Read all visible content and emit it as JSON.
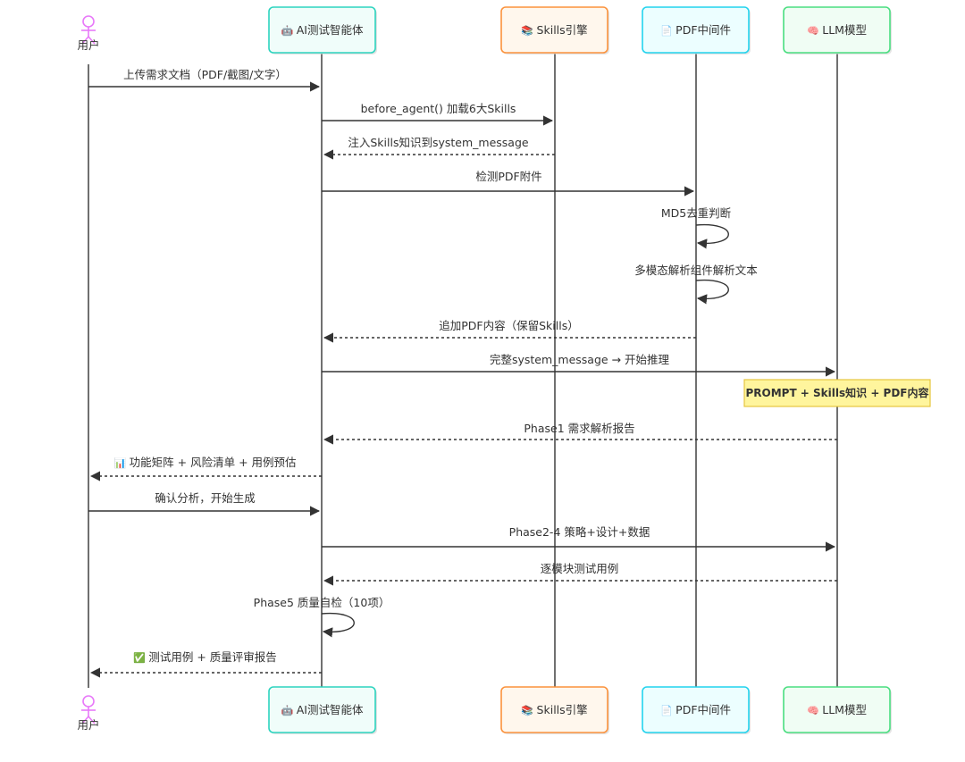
{
  "actor": {
    "label": "用户",
    "color": "#e879f9"
  },
  "participants": [
    {
      "id": "agent",
      "icon": "robot-icon",
      "glyph": "🤖",
      "label": "AI测试智能体",
      "border": "#2dd4bf",
      "fill": "#f0fdfa"
    },
    {
      "id": "skills",
      "icon": "books-icon",
      "glyph": "📚",
      "label": "Skills引擎",
      "border": "#fb923c",
      "fill": "#fff7ed"
    },
    {
      "id": "pdf",
      "icon": "document-icon",
      "glyph": "📄",
      "label": "PDF中间件",
      "border": "#22d3ee",
      "fill": "#ecfeff"
    },
    {
      "id": "llm",
      "icon": "brain-icon",
      "glyph": "🧠",
      "label": "LLM模型",
      "border": "#4ade80",
      "fill": "#f0fdf4"
    }
  ],
  "messages": [
    {
      "from": "user",
      "to": "agent",
      "dashed": false,
      "text": "上传需求文档（PDF/截图/文字）"
    },
    {
      "from": "agent",
      "to": "skills",
      "dashed": false,
      "text": "before_agent() 加载6大Skills"
    },
    {
      "from": "skills",
      "to": "agent",
      "dashed": true,
      "text": "注入Skills知识到system_message"
    },
    {
      "from": "agent",
      "to": "pdf",
      "dashed": false,
      "text": "检测PDF附件"
    },
    {
      "from": "pdf",
      "to": "pdf",
      "dashed": false,
      "text": "MD5去重判断"
    },
    {
      "from": "pdf",
      "to": "pdf",
      "dashed": false,
      "text": "多模态解析组件解析文本"
    },
    {
      "from": "pdf",
      "to": "agent",
      "dashed": true,
      "text": "追加PDF内容（保留Skills）"
    },
    {
      "from": "agent",
      "to": "llm",
      "dashed": false,
      "text": "完整system_message → 开始推理"
    },
    {
      "note": true,
      "over": "llm",
      "text": "PROMPT + Skills知识 + PDF内容"
    },
    {
      "from": "llm",
      "to": "agent",
      "dashed": true,
      "text": "Phase1 需求解析报告"
    },
    {
      "from": "agent",
      "to": "user",
      "dashed": true,
      "icon": "bar-chart-icon",
      "glyph": "📊",
      "text": "功能矩阵 + 风险清单 + 用例预估"
    },
    {
      "from": "user",
      "to": "agent",
      "dashed": false,
      "text": "确认分析，开始生成"
    },
    {
      "from": "agent",
      "to": "llm",
      "dashed": false,
      "text": "Phase2-4 策略+设计+数据"
    },
    {
      "from": "llm",
      "to": "agent",
      "dashed": true,
      "text": "逐模块测试用例"
    },
    {
      "from": "agent",
      "to": "agent",
      "dashed": false,
      "text": "Phase5 质量自检（10项）"
    },
    {
      "from": "agent",
      "to": "user",
      "dashed": true,
      "icon": "check-icon",
      "glyph": "✅",
      "text": "测试用例 + 质量评审报告"
    }
  ],
  "colors": {
    "line": "#333333",
    "note_fill": "#fff59d",
    "note_border": "#e6c640",
    "box_shadow": "#d0d0d0"
  }
}
